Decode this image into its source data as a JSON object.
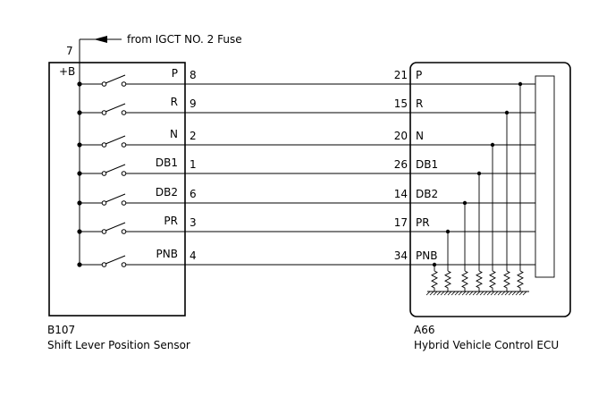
{
  "fuse": {
    "terminal": "7",
    "label": "from IGCT NO. 2 Fuse"
  },
  "sensor": {
    "code": "B107",
    "name": "Shift Lever Position Sensor",
    "power_label": "+B"
  },
  "ecu": {
    "code": "A66",
    "name": "Hybrid Vehicle Control ECU"
  },
  "circuits": [
    {
      "sensor_label": "P",
      "sensor_pin": "8",
      "ecu_pin": "21",
      "ecu_label": "P"
    },
    {
      "sensor_label": "R",
      "sensor_pin": "9",
      "ecu_pin": "15",
      "ecu_label": "R"
    },
    {
      "sensor_label": "N",
      "sensor_pin": "2",
      "ecu_pin": "20",
      "ecu_label": "N"
    },
    {
      "sensor_label": "DB1",
      "sensor_pin": "1",
      "ecu_pin": "26",
      "ecu_label": "DB1"
    },
    {
      "sensor_label": "DB2",
      "sensor_pin": "6",
      "ecu_pin": "14",
      "ecu_label": "DB2"
    },
    {
      "sensor_label": "PR",
      "sensor_pin": "3",
      "ecu_pin": "17",
      "ecu_label": "PR"
    },
    {
      "sensor_label": "PNB",
      "sensor_pin": "4",
      "ecu_pin": "34",
      "ecu_label": "PNB"
    }
  ]
}
